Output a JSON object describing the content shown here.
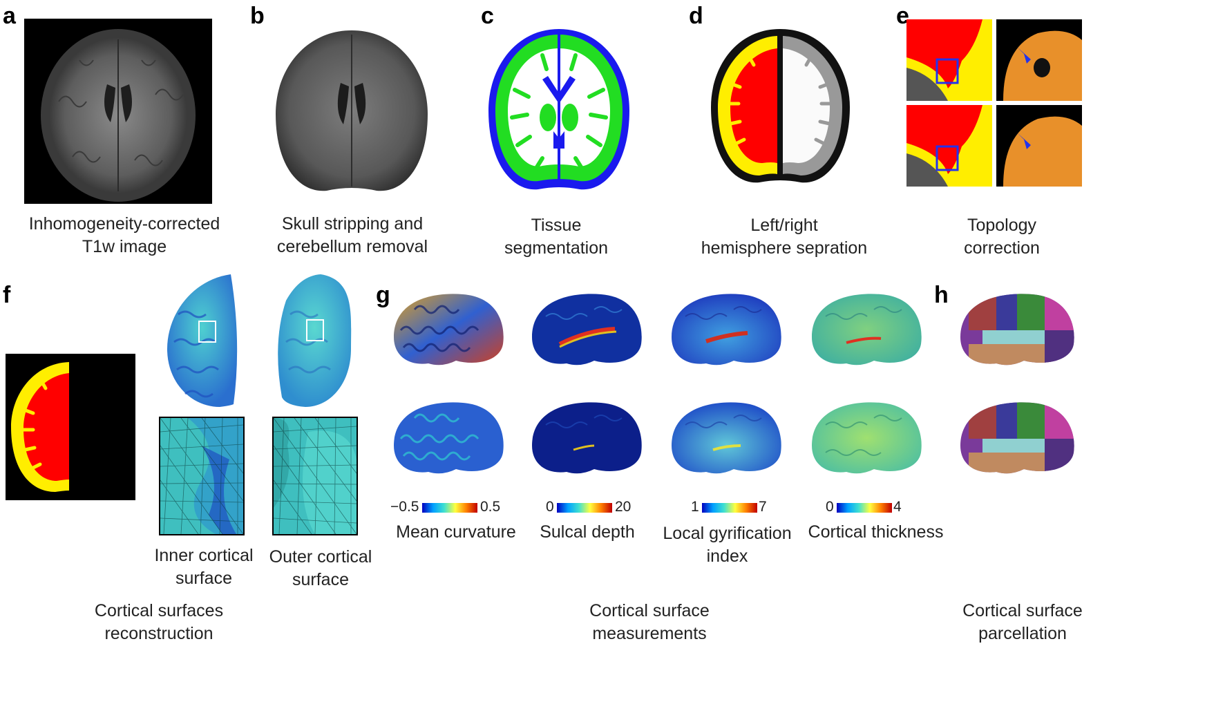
{
  "panels": {
    "a": {
      "label": "a",
      "caption": "Inhomogeneity-corrected\nT1w image"
    },
    "b": {
      "label": "b",
      "caption": "Skull stripping and\ncerebellum removal"
    },
    "c": {
      "label": "c",
      "caption": "Tissue\nsegmentation"
    },
    "d": {
      "label": "d",
      "caption": "Left/right\nhemisphere sepration"
    },
    "e": {
      "label": "e",
      "caption": "Topology\ncorrection"
    },
    "f": {
      "label": "f",
      "caption": "Cortical surfaces\nreconstruction",
      "inner_caption": "Inner cortical\nsurface",
      "outer_caption": "Outer cortical\nsurface"
    },
    "g": {
      "label": "g",
      "caption": "Cortical surface\nmeasurements",
      "measures": [
        {
          "name": "Mean curvature",
          "min": "−0.5",
          "max": "0.5"
        },
        {
          "name": "Sulcal depth",
          "min": "0",
          "max": "20"
        },
        {
          "name": "Local gyrification\nindex",
          "min": "1",
          "max": "7"
        },
        {
          "name": "Cortical thickness",
          "min": "0",
          "max": "4"
        }
      ]
    },
    "h": {
      "label": "h",
      "caption": "Cortical surface\nparcellation"
    }
  },
  "colors": {
    "white_matter": "#ffffff",
    "gray_matter": "#22dd22",
    "csf": "#1a1aee",
    "hemisphere_fill": "#ff0000",
    "hemisphere_edge": "#ffff00",
    "surface_teal": "#3fbfbf",
    "topology_orange": "#e8902a"
  }
}
